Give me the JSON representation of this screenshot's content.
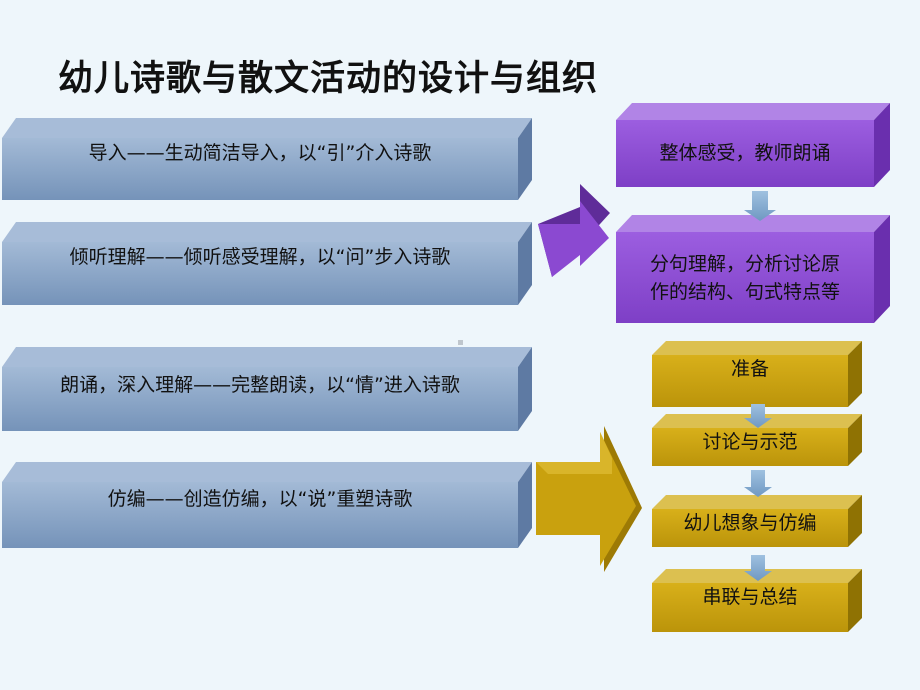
{
  "slide": {
    "title": "幼儿诗歌与散文活动的设计与组织",
    "left_steps": [
      {
        "text": "导入——生动简洁导入，以“引”介入诗歌"
      },
      {
        "text": "倾听理解——倾听感受理解，以“问”步入诗歌"
      },
      {
        "text": "朗诵，深入理解——完整朗读，以“情”进入诗歌"
      },
      {
        "text": "仿编——创造仿编，以“说”重塑诗歌"
      }
    ],
    "purple_steps": [
      {
        "text": "整体感受，教师朗诵"
      },
      {
        "text": "分句理解，分析讨论原作的结构、句式特点等",
        "line1": "分句理解，分析讨论原",
        "line2": "作的结构、句式特点等"
      }
    ],
    "gold_steps": [
      {
        "text": "准备"
      },
      {
        "text": "讨论与示范"
      },
      {
        "text": "幼儿想象与仿编"
      },
      {
        "text": "串联与总结"
      }
    ]
  },
  "colors": {
    "blue_face": "#7f9cc0",
    "purple_face": "#8b49d1",
    "gold_face": "#c9a10e",
    "connector_arrow": "#7fa6cc"
  }
}
